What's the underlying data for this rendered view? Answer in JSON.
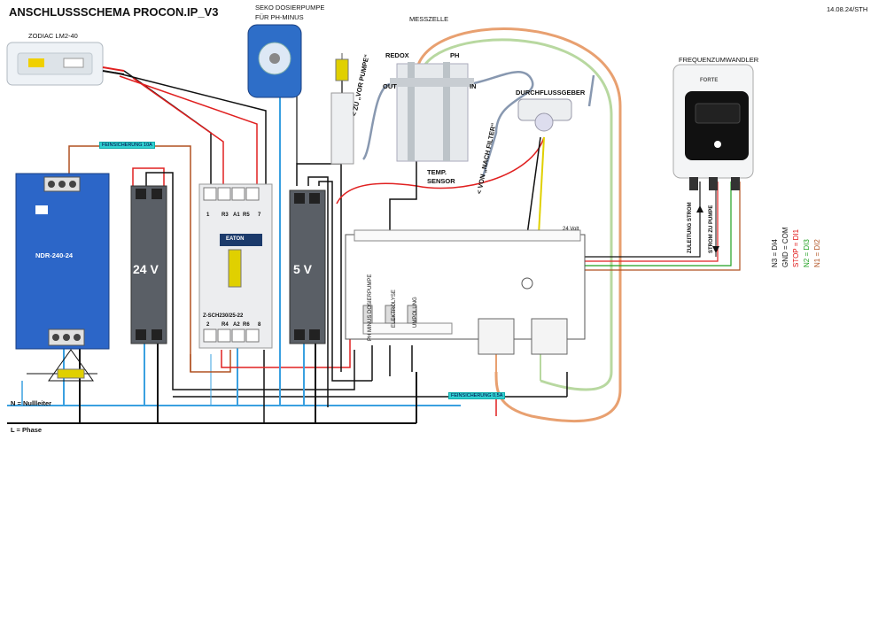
{
  "header": {
    "title": "ANSCHLUSSSCHEMA PROCON.IP_V3",
    "date": "14.08.24/STH"
  },
  "components": {
    "zodiac": "ZODIAC LM2-40",
    "seko_line1": "SEKO DOSIERPUMPE",
    "seko_line2": "FÜR PH-MINUS",
    "messzelle": "MESSZELLE",
    "redox": "REDOX",
    "ph": "PH",
    "out": "OUT",
    "in": "IN",
    "durchfluss": "DURCHFLUSSGEBER",
    "temp1": "TEMP.",
    "temp2": "SENSOR",
    "vor_pumpe": "< ZU „VOR PUMPE“",
    "nach_filter": "< VON „NACH FILTER“",
    "fu": "FREQUENZUMWANDLER",
    "fu_brand": "FORTE",
    "psu_model": "NDR-240-24",
    "psu_24v": "24 V",
    "psu_5v": "5 V",
    "contactor_model": "Z-SCH230/25-22",
    "contactor_brand": "EATON",
    "fuse_top": "FEINSICHERUNG 10A",
    "fuse_bottom": "FEINSICHERUNG 0,5A",
    "zuleitung": "ZULEITUNG STROM",
    "strom_pumpe": "STROM ZU PUMPE",
    "board_24v": "24 Volt",
    "relay_ph": "PH MINUS DOSIERPUMPE",
    "relay_elektrolyse": "ELEKTROLYSE",
    "relay_umpolung": "UMPOLUNG",
    "contactor_top": [
      "1",
      "R3",
      "A1",
      "R5",
      "7"
    ],
    "contactor_bottom": [
      "2",
      "R4",
      "A2",
      "R6",
      "8"
    ]
  },
  "legend": {
    "items": [
      {
        "text": "N3  =  DI4",
        "color": "#222222"
      },
      {
        "text": "GND = COM",
        "color": "#222222"
      },
      {
        "text": "STOP = DI1",
        "color": "#e01010"
      },
      {
        "text": "N2  =  DI3",
        "color": "#20a020"
      },
      {
        "text": "N1  =  DI2",
        "color": "#b05020"
      }
    ]
  },
  "notes": {
    "neutral": "N = Nullleiter",
    "phase": "L = Phase"
  },
  "wire_colors": {
    "neutral": "#3aa0e0",
    "phase": "#111111",
    "red": "#e02020",
    "orange": "#e08040",
    "yellow": "#e0d000",
    "green": "#40a040",
    "grey": "#8898b0",
    "lightgreen": "#b0d090"
  }
}
